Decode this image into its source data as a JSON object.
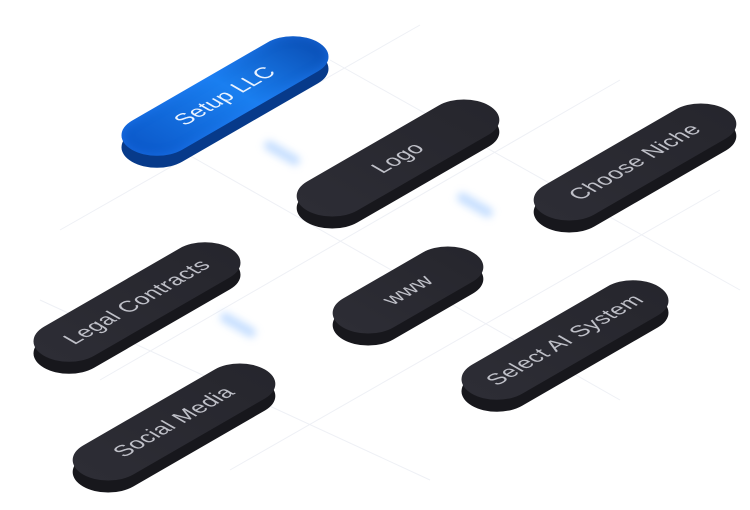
{
  "nodes": [
    {
      "id": "setup-llc",
      "label": "Setup LLC",
      "color": "#1a7ff0"
    },
    {
      "id": "logo",
      "label": "Logo",
      "color": "#2a2a31"
    },
    {
      "id": "choose-niche",
      "label": "Choose Niche",
      "color": "#2a2a31"
    },
    {
      "id": "legal-contracts",
      "label": "Legal Contracts",
      "color": "#2a2a31"
    },
    {
      "id": "www",
      "label": "www",
      "color": "#2a2a31"
    },
    {
      "id": "select-ai-system",
      "label": "Select AI System",
      "color": "#2a2a31"
    },
    {
      "id": "social-media",
      "label": "Social Media",
      "color": "#2a2a31"
    }
  ]
}
